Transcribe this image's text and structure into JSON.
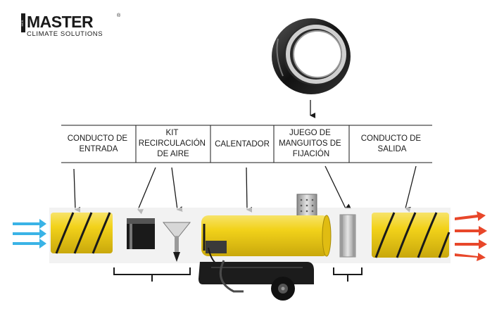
{
  "logo": {
    "brand": "MASTER",
    "tagline": "CLIMATE SOLUTIONS",
    "side_text": "MCS",
    "registered": "®"
  },
  "labels": {
    "intake_duct": [
      "CONDUCTO DE",
      "ENTRADA"
    ],
    "recirculation_kit": [
      "KIT",
      "RECIRCULACIÓN",
      "DE AIRE"
    ],
    "heater": [
      "CALENTADOR"
    ],
    "clamp_set": [
      "JUEGO DE",
      "MANGUITOS DE",
      "FIJACIÓN"
    ],
    "outlet_duct": [
      "CONDUCTO DE",
      "SALIDA"
    ]
  },
  "colors": {
    "yellow": "#f2d21a",
    "yellow_dark": "#c9a80c",
    "inflow_arrow": "#3ab3e6",
    "outflow_arrow": "#e8472a",
    "ink": "#1a1a1a",
    "shadow": "#e9e9e9"
  },
  "icons": {
    "inflow": "arrow-right-icon",
    "outflow": "arrow-right-icon",
    "pointer": "arrow-down-icon"
  }
}
